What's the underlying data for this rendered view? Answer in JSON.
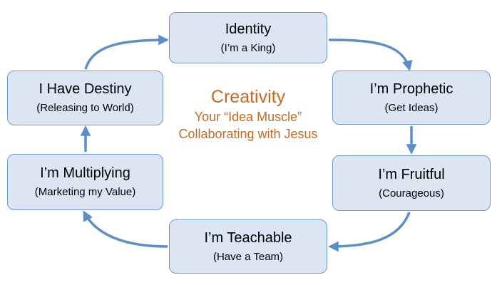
{
  "center": {
    "title": "Creativity",
    "line1": "Your “Idea Muscle”",
    "line2": "Collaborating with Jesus"
  },
  "nodes": [
    {
      "title": "Identity",
      "sub": "(I’m a King)"
    },
    {
      "title": "I’m Prophetic",
      "sub": "(Get Ideas)"
    },
    {
      "title": "I’m Fruitful",
      "sub": "(Courageous)"
    },
    {
      "title": "I’m Teachable",
      "sub": "(Have a Team)"
    },
    {
      "title": "I’m Multiplying",
      "sub": "(Marketing my Value)"
    },
    {
      "title": "I Have Destiny",
      "sub": "(Releasing to World)"
    }
  ],
  "colors": {
    "box_fill": "#dce6f2",
    "box_border": "#6f99c6",
    "arrow": "#5b8fc7",
    "center_text": "#c36a23"
  }
}
